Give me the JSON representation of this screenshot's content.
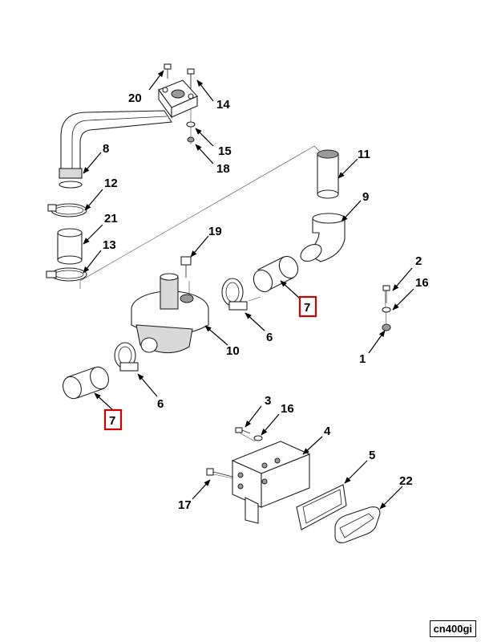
{
  "figure_id": "cn400gi",
  "highlight_color": "#d40000",
  "callouts": {
    "c1": "1",
    "c2": "2",
    "c3": "3",
    "c4": "4",
    "c5": "5",
    "c6a": "6",
    "c6b": "6",
    "c7a": "7",
    "c7b": "7",
    "c8": "8",
    "c9": "9",
    "c10": "10",
    "c11": "11",
    "c12": "12",
    "c13": "13",
    "c14": "14",
    "c15": "15",
    "c16a": "16",
    "c16b": "16",
    "c17": "17",
    "c18": "18",
    "c19": "19",
    "c20": "20",
    "c21": "21",
    "c22": "22"
  },
  "highlighted_callouts": [
    "c7a",
    "c7b"
  ]
}
